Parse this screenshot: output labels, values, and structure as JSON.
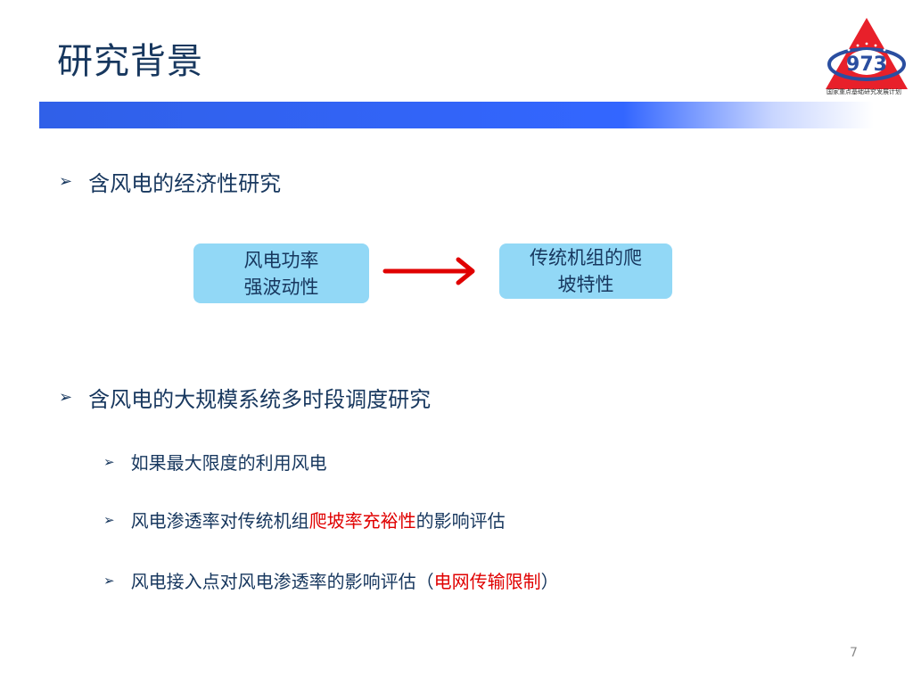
{
  "slide": {
    "title": "研究背景",
    "page_number": "7"
  },
  "logo": {
    "number": "973",
    "caption": "国家重点基础研究发展计划",
    "colors": {
      "red": "#e8202a",
      "blue": "#2a4ea0"
    }
  },
  "bullets": [
    {
      "text": "含风电的经济性研究"
    },
    {
      "text": "含风电的大规模系统多时段调度研究"
    }
  ],
  "diagram": {
    "left_box": {
      "line1": "风电功率",
      "line2": "强波动性"
    },
    "right_box": {
      "line1": "传统机组的爬",
      "line2": "坡特性"
    },
    "arrow_icon": "right-arrow-icon"
  },
  "sub_bullets": [
    {
      "text": "如果最大限度的利用风电"
    },
    {
      "text_before": "风电渗透率对传统机组",
      "highlight": "爬坡率充裕性",
      "text_after": "的影响评估"
    },
    {
      "text_before": "风电接入点对风电渗透率的影响评估（",
      "highlight": "电网传输限制",
      "text_after": "）"
    }
  ],
  "colors": {
    "title": "#17375e",
    "band": "#3366ff",
    "box_fill": "#92d8f6",
    "highlight": "#e00000"
  }
}
